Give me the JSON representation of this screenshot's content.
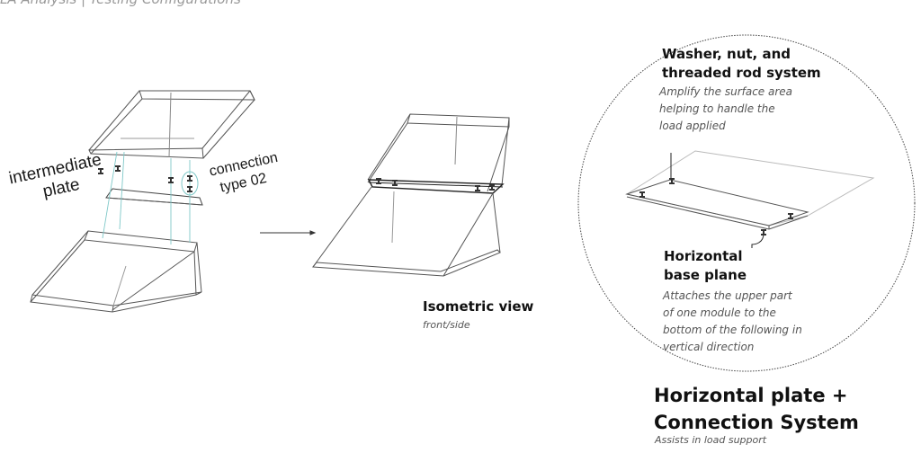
{
  "header": {
    "partial_title": "LA Analysis | Testing Configurations"
  },
  "exploded": {
    "label_intermediate_line1": "intermediate",
    "label_intermediate_line2": "plate",
    "label_connection_line1": "connection",
    "label_connection_line2": "type 02"
  },
  "isometric": {
    "title": "Isometric view",
    "subtitle": "front/side"
  },
  "detail": {
    "washer_title_line1": "Washer, nut, and",
    "washer_title_line2": "threaded rod system",
    "washer_desc_line1": "Amplify the surface area",
    "washer_desc_line2": "helping to handle the",
    "washer_desc_line3": "load applied",
    "base_title_line1": "Horizontal",
    "base_title_line2": "base plane",
    "base_desc_line1": "Attaches the upper part",
    "base_desc_line2": "of one module to the",
    "base_desc_line3": "bottom of the following in",
    "base_desc_line4": "vertical direction"
  },
  "summary": {
    "title_line1": "Horizontal plate +",
    "title_line2": "Connection System",
    "subtitle": "Assists in load support"
  }
}
